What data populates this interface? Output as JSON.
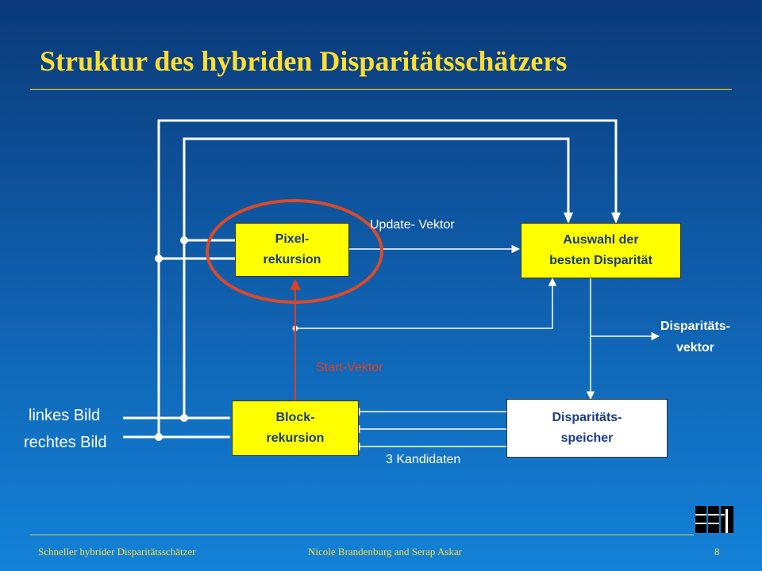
{
  "slide": {
    "title": "Struktur des hybriden Disparitätsschätzers",
    "colors": {
      "accent": "#ffdd33",
      "highlight": "#ffff00",
      "start_vector": "#e04020",
      "circle": "#d94a2a"
    }
  },
  "diagram": {
    "inputs": {
      "left_image": "linkes Bild",
      "right_image": "rechtes Bild"
    },
    "pixel_recursion": {
      "line1": "Pixel-",
      "line2": "rekursion"
    },
    "block_recursion": {
      "line1": "Block-",
      "line2": "rekursion"
    },
    "best_disparity": {
      "line1": "Auswahl der",
      "line2": "besten Disparität"
    },
    "disparity_memory": {
      "line1": "Disparitäts-",
      "line2": "speicher"
    },
    "labels": {
      "update_vector": "Update- Vektor",
      "start_vector": "Start-Vektor",
      "candidates": "3 Kandidaten",
      "disparity_vector_line1": "Disparitäts-",
      "disparity_vector_line2": "vektor"
    }
  },
  "footer": {
    "left": "Schneller hybrider Disparitätsschätzer",
    "center": "Nicole Brandenburg and Serap Askar",
    "page": "8",
    "logo_icon": "institute-logo-icon"
  }
}
